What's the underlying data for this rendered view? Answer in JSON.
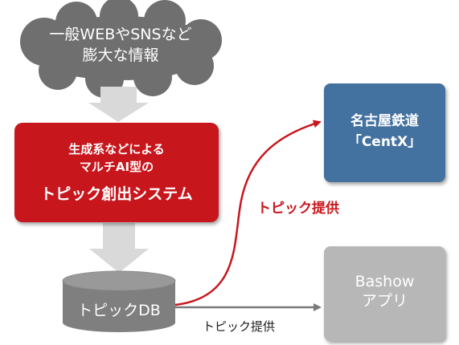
{
  "cloud": {
    "line1": "一般WEBやSNSなど",
    "line2": "膨大な情報"
  },
  "generator": {
    "line1": "生成系などによる",
    "line2": "マルチAI型の",
    "line3": "トピック創出システム"
  },
  "database": {
    "label": "トピックDB"
  },
  "target_primary": {
    "line1": "名古屋鉄道",
    "line2": "「CentX」"
  },
  "target_secondary": {
    "line1": "Bashow",
    "line2": "アプリ"
  },
  "edges": {
    "primary_label": "トピック提供",
    "secondary_label": "トピック提供"
  },
  "colors": {
    "red": "#c8161d",
    "blue": "#4472a0",
    "gray_box": "#b7b7b7",
    "cloud": "#6f6f6f",
    "db": "#7f7f7f",
    "flow_arrow": "#d9d9d9"
  }
}
